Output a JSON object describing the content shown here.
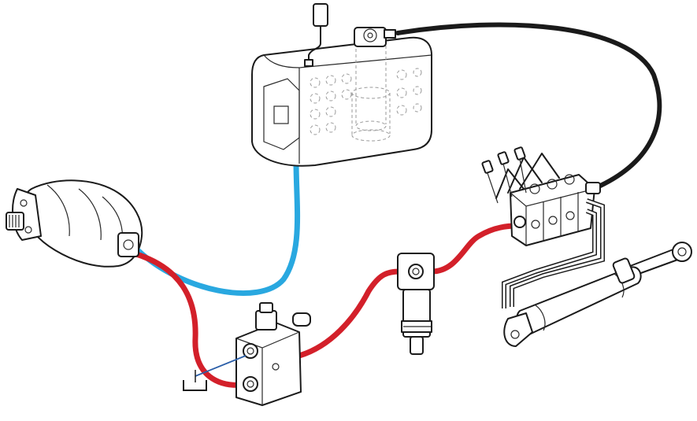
{
  "diagram": {
    "components": [
      {
        "id": "hydraulic-tank",
        "icon": "tank-icon"
      },
      {
        "id": "filler-breather-cap",
        "icon": "cap-icon"
      },
      {
        "id": "hydraulic-pump",
        "icon": "pump-icon"
      },
      {
        "id": "pressure-relief-valve",
        "icon": "valve-block-icon"
      },
      {
        "id": "return-filter",
        "icon": "filter-icon"
      },
      {
        "id": "directional-control-valve",
        "icon": "control-valve-icon"
      },
      {
        "id": "hydraulic-cylinder",
        "icon": "cylinder-icon"
      },
      {
        "id": "tank-return-symbol",
        "icon": "tank-symbol-icon"
      }
    ],
    "lines": [
      {
        "id": "suction-line",
        "color": "#29a8e0"
      },
      {
        "id": "pressure-line-pump-to-valve",
        "color": "#d3202a"
      },
      {
        "id": "pressure-line-valve-to-filter",
        "color": "#d3202a"
      },
      {
        "id": "pressure-line-filter-to-control",
        "color": "#d3202a"
      },
      {
        "id": "return-line-control-to-tank",
        "color": "#1a1a1a"
      },
      {
        "id": "pilot-drain-line",
        "color": "#2a5ea8"
      }
    ],
    "colors": {
      "suction": "#29a8e0",
      "pressure": "#d3202a",
      "return": "#1a1a1a",
      "body": "#ffffff",
      "outline": "#1b1b1b"
    }
  }
}
